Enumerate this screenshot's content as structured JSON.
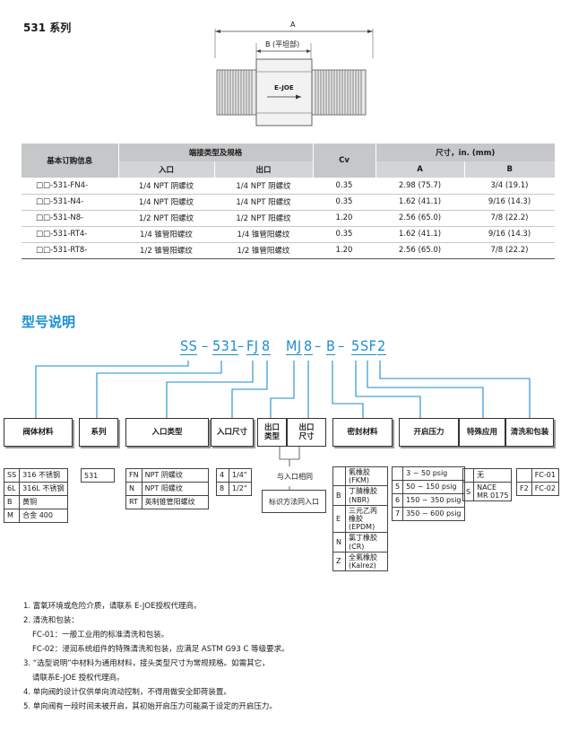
{
  "series_title": "531  系列",
  "drawing": {
    "dim_a": "A",
    "dim_b": "B (平坦部)",
    "brand": "E–JOE"
  },
  "spec_table": {
    "headers": {
      "basic": "基本订购信息",
      "end_type": "端接类型及规格",
      "inlet": "入口",
      "outlet": "出口",
      "cv": "Cv",
      "dims": "尺寸，in. (mm)",
      "a": "A",
      "b": "B"
    },
    "rows": [
      {
        "code": "□□-531-FN4-",
        "inlet": "1/4 NPT 阴螺纹",
        "outlet": "1/4 NPT 阴螺纹",
        "cv": "0.35",
        "a": "2.98 (75.7)",
        "b": "3/4 (19.1)"
      },
      {
        "code": "□□-531-N4-",
        "inlet": "1/4 NPT 阳螺纹",
        "outlet": "1/4 NPT 阳螺纹",
        "cv": "0.35",
        "a": "1.62 (41.1)",
        "b": "9/16 (14.3)"
      },
      {
        "code": "□□-531-N8-",
        "inlet": "1/2 NPT 阳螺纹",
        "outlet": "1/2 NPT 阳螺纹",
        "cv": "1.20",
        "a": "2.56 (65.0)",
        "b": "7/8 (22.2)"
      },
      {
        "code": "□□-531-RT4-",
        "inlet": "1/4 锥管阳螺纹",
        "outlet": "1/4 锥管阳螺纹",
        "cv": "0.35",
        "a": "1.62 (41.1)",
        "b": "9/16 (14.3)"
      },
      {
        "code": "□□-531-RT8-",
        "inlet": "1/2 锥管阳螺纹",
        "outlet": "1/2 锥管阳螺纹",
        "cv": "1.20",
        "a": "2.56 (65.0)",
        "b": "7/8 (22.2)"
      }
    ]
  },
  "model": {
    "section_title": "型号说明",
    "code": {
      "p1": "SS",
      "d1": "–",
      "p2": "531",
      "d2": "–",
      "p3a": "FJ",
      "p3b": "8",
      "gap": " ",
      "p4a": "MJ",
      "p4b": "8",
      "d3": "–",
      "p5": "B",
      "d4": "–",
      "p6": "5",
      "p7": "SF",
      "p8": "2"
    },
    "headers": {
      "body": "阀体材料",
      "series": "系列",
      "inlet_type": "入口类型",
      "inlet_size": "入口尺寸",
      "outlet_type": "出口\n类型",
      "outlet_size": "出口\n尺寸",
      "seal": "密封材料",
      "crack": "开启压力",
      "special": "特殊应用",
      "clean": "清洗和包装"
    },
    "body_options": [
      {
        "k": "SS",
        "v": "316 不锈钢"
      },
      {
        "k": "6L",
        "v": "316L 不锈钢"
      },
      {
        "k": "B",
        "v": "黄铜"
      },
      {
        "k": "M",
        "v": "合金 400"
      }
    ],
    "series_value": "531",
    "inlet_type_options": [
      {
        "k": "FN",
        "v": "NPT 阴螺纹"
      },
      {
        "k": "N",
        "v": "NPT 阳螺纹"
      },
      {
        "k": "RT",
        "v": "英制锥管阳螺纹"
      }
    ],
    "inlet_size_options": [
      {
        "k": "4",
        "v": "1/4\""
      },
      {
        "k": "8",
        "v": "1/2\""
      }
    ],
    "same_as_inlet": "与入口相同",
    "marking_same": "标识方法同入口",
    "seal_options": [
      {
        "k": "",
        "v": "氟橡胶\n(FKM)"
      },
      {
        "k": "B",
        "v": "丁腈橡胶\n(NBR)"
      },
      {
        "k": "E",
        "v": "三元乙丙\n橡胶\n(EPDM)"
      },
      {
        "k": "N",
        "v": "氯丁橡胶\n(CR)"
      },
      {
        "k": "Z",
        "v": "全氟橡胶\n(Kalrez)"
      }
    ],
    "crack_options": [
      {
        "k": "",
        "v": "3 ~ 50 psig"
      },
      {
        "k": "5",
        "v": "50 ~ 150 psig"
      },
      {
        "k": "6",
        "v": "150 ~ 350 psig"
      },
      {
        "k": "7",
        "v": "350 ~ 600 psig"
      }
    ],
    "special_options": [
      {
        "k": "",
        "v": "无"
      },
      {
        "k": "S",
        "v": "NACE\nMR 0175"
      }
    ],
    "clean_options": [
      {
        "k": "",
        "v": "FC-01"
      },
      {
        "k": "F2",
        "v": "FC-02"
      }
    ]
  },
  "notes": [
    "1. 富氧环境或危险介质，请联系 E-JOE授权代理商。",
    "2. 清洗和包装：",
    "FC-01：一般工业用的标准清洗和包装。",
    "FC-02：浸润系统组件的特殊清洗和包装，应满足 ASTM G93 C 等级要求。",
    "3. “选型说明”中材料为通用材料，接头类型尺寸为常规规格。如需其它，",
    "请联系E-JOE 授权代理商。",
    "4. 单向阀的设计仅供单向流动控制，不得用做安全卸荷装置。",
    "5. 单向阀有一段时间未被开启，其初始开启压力可能高于设定的开启压力。"
  ]
}
